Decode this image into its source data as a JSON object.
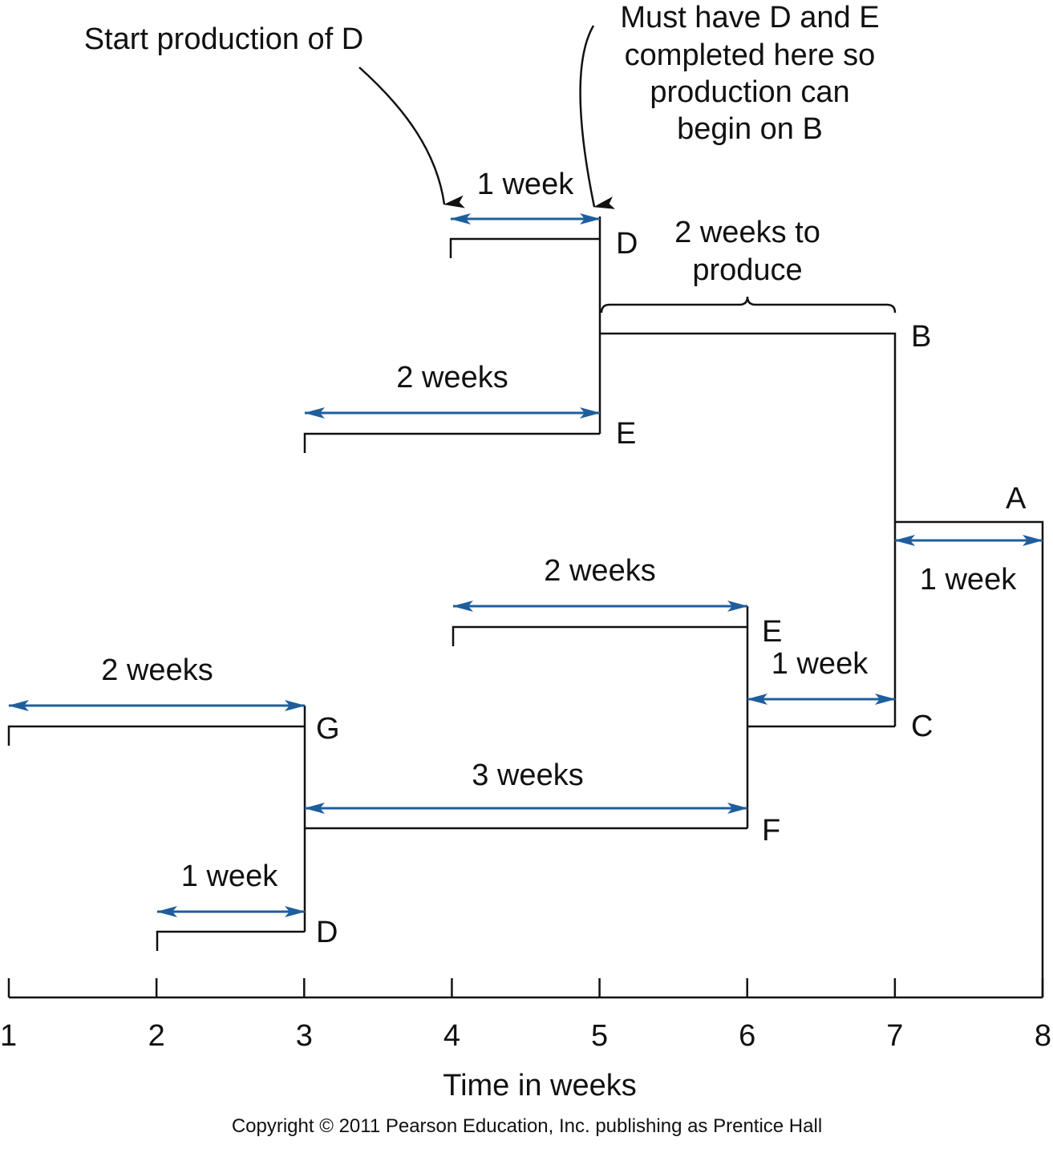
{
  "colors": {
    "line": "#111111",
    "arrow": "#1f5e9c",
    "text": "#111111"
  },
  "annotations": {
    "start_d": "Start production of D",
    "must_have": [
      "Must have D and E",
      "completed here so",
      "production can",
      "begin on B"
    ],
    "produce_b": [
      "2 weeks to",
      "produce"
    ]
  },
  "items": {
    "A": "A",
    "B": "B",
    "C": "C",
    "D_top": "D",
    "E_top": "E",
    "E_mid": "E",
    "F": "F",
    "G": "G",
    "D_bottom": "D"
  },
  "durations": {
    "d_top": "1 week",
    "e_top": "2 weeks",
    "a": "1 week",
    "e_mid": "2 weeks",
    "c": "1 week",
    "g": "2 weeks",
    "f": "3 weeks",
    "d_bottom": "1 week"
  },
  "axis": {
    "title": "Time in weeks",
    "ticks": [
      "1",
      "2",
      "3",
      "4",
      "5",
      "6",
      "7",
      "8"
    ]
  },
  "copyright": "Copyright © 2011 Pearson Education, Inc. publishing as Prentice Hall"
}
